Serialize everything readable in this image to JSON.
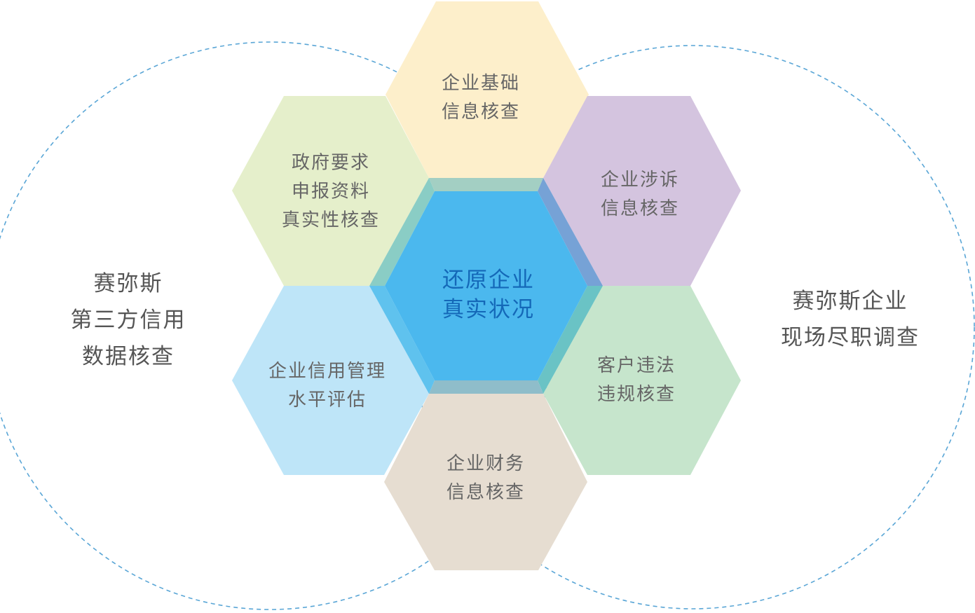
{
  "colors": {
    "center": "#4BB8EE",
    "top": "#FDEFCB",
    "top_left": "#E5EFCB",
    "top_right": "#D4C4DF",
    "bottom_left": "#BEE5F8",
    "bottom_right": "#C6E5CC",
    "bottom": "#E6DDD1",
    "circle": "#5AA6D6"
  },
  "center": {
    "lines": [
      "还原企业",
      "真实状况"
    ]
  },
  "hexes": {
    "top": {
      "lines": [
        "企业基础",
        "信息核查"
      ]
    },
    "top_left": {
      "lines": [
        "政府要求",
        "申报资料",
        "真实性核查"
      ]
    },
    "top_right": {
      "lines": [
        "企业涉诉",
        "信息核查"
      ]
    },
    "bottom_left": {
      "lines": [
        "企业信用管理",
        "水平评估"
      ]
    },
    "bottom_right": {
      "lines": [
        "客户违法",
        "违规核查"
      ]
    },
    "bottom": {
      "lines": [
        "企业财务",
        "信息核查"
      ]
    }
  },
  "left_circle": {
    "lines": [
      "赛弥斯",
      "第三方信用",
      "数据核查"
    ]
  },
  "right_circle": {
    "lines": [
      "赛弥斯企业",
      "现场尽职调查"
    ]
  }
}
